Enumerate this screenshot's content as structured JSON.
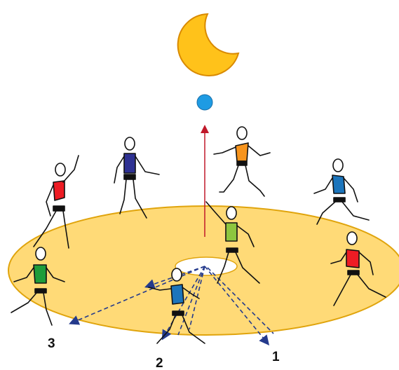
{
  "colors": {
    "moon": "#FFC21A",
    "moon_outline": "#D98A00",
    "ball": "#1E9BE3",
    "field": "#FFDA77",
    "field_outline": "#E0A40C",
    "throw_arrow": "#C0182A",
    "pass_lines": "#243A8C"
  },
  "labels": {
    "pos1": "1",
    "pos2": "2",
    "pos3": "3"
  },
  "players": [
    {
      "role": "thrower",
      "shirt": "#8DC63F"
    },
    {
      "role": "fielder",
      "shirt": "#F7941D"
    },
    {
      "role": "fielder",
      "shirt": "#2E3192"
    },
    {
      "role": "fielder",
      "shirt": "#ED1C24"
    },
    {
      "role": "fielder",
      "shirt": "#1C75BC"
    },
    {
      "role": "fielder",
      "shirt": "#ED1C24"
    },
    {
      "role": "fielder",
      "shirt": "#1E9C3A"
    },
    {
      "role": "catcher",
      "shirt": "#1C75BC"
    }
  ]
}
